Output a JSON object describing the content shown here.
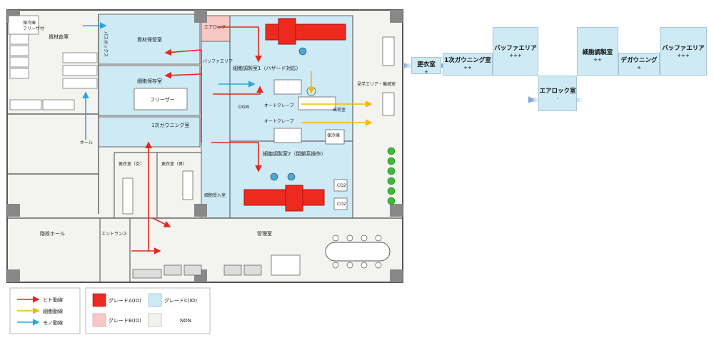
{
  "floor_plan": {
    "rooms": {
      "cold_storage": "保冷庫",
      "freezer_with": "フリーザ付",
      "material_warehouse": "資材倉庫",
      "pass_box": "パスボックス",
      "material_storage": "資材保管室",
      "air_lock": "エアロック",
      "buffer_area": "バッファエリア",
      "cell_prep_1": "細胞調製室1（ハザード対応）",
      "cell_storage": "細胞保存室",
      "freezer": "フリーザー",
      "dgw": "DGW",
      "autoclave": "オートクレーブ",
      "viewing_area": "見学エリア・機械室",
      "shipping_room": "出荷室",
      "gowning_1": "1次ガウニング室",
      "hall": "ホール",
      "cold_storage2": "保冷庫",
      "cell_prep_2": "細胞調製室2（閉鎖系操作）",
      "changing_f": "更衣室（女）",
      "changing_m": "更衣室（男）",
      "co2": "CO2",
      "cell_receiving": "細胞受入室",
      "stair_hall": "階段ホール",
      "entrance": "エントランス",
      "management": "管理室"
    },
    "legend": {
      "flows": [
        {
          "label": "ヒト動線",
          "color": "#e8261b"
        },
        {
          "label": "細胞動線",
          "color": "#f5b800"
        },
        {
          "label": "モノ動線",
          "color": "#2aa7d8"
        }
      ],
      "grades": [
        {
          "label": "グレードA(IO)",
          "color": "#ee2a1f"
        },
        {
          "label": "グレードC(IO)",
          "color": "#cdeaf5"
        },
        {
          "label": "グレードB(IO)",
          "color": "#f8c8c4"
        },
        {
          "label": "NON",
          "color": "#f2f2ee"
        }
      ]
    }
  },
  "pressure_diagram": {
    "boxes": [
      {
        "title": "更衣室",
        "pressure": "+"
      },
      {
        "title": "1次ガウニング室",
        "pressure": "++"
      },
      {
        "title": "バッファエリア",
        "pressure": "+++"
      },
      {
        "title": "エアロック室",
        "pressure": "-"
      },
      {
        "title": "細胞調製室",
        "pressure": "++"
      },
      {
        "title": "デガウニング",
        "pressure": "+"
      },
      {
        "title": "バッファエリア",
        "pressure": "+++"
      }
    ]
  }
}
